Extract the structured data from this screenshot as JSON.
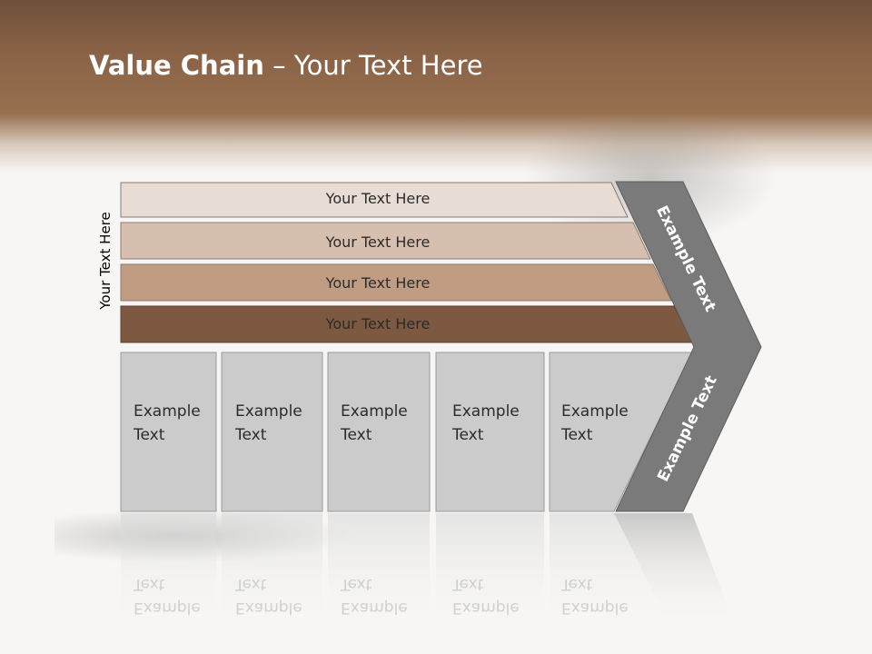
{
  "title": {
    "bold": "Value Chain",
    "rest": " – Your Text Here"
  },
  "side_label": "Your Text Here",
  "rows": [
    {
      "label": "Your Text Here",
      "color": "#e8ddd5"
    },
    {
      "label": "Your Text Here",
      "color": "#d6bfae"
    },
    {
      "label": "Your Text Here",
      "color": "#c09c82"
    },
    {
      "label": "Your Text Here",
      "color": "#7c5940"
    }
  ],
  "boxes": [
    {
      "line1": "Example",
      "line2": "Text"
    },
    {
      "line1": "Example",
      "line2": "Text"
    },
    {
      "line1": "Example",
      "line2": "Text"
    },
    {
      "line1": "Example",
      "line2": "Text"
    },
    {
      "line1": "Example",
      "line2": "Text"
    }
  ],
  "arrow": {
    "top_label": "Example Text",
    "bottom_label": "Example Text",
    "color": "#7a7a7a"
  }
}
